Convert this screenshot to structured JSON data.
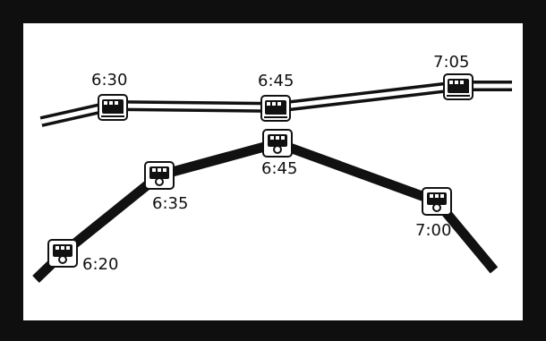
{
  "train_line": {
    "stops": [
      {
        "time": "6:30",
        "icon": "train-icon"
      },
      {
        "time": "6:45",
        "icon": "train-icon"
      },
      {
        "time": "7:05",
        "icon": "train-icon"
      }
    ]
  },
  "bus_line": {
    "stops": [
      {
        "time": "6:20",
        "icon": "bus-icon"
      },
      {
        "time": "6:35",
        "icon": "bus-icon"
      },
      {
        "time": "6:45",
        "icon": "bus-icon"
      },
      {
        "time": "7:00",
        "icon": "bus-icon"
      }
    ]
  },
  "colors": {
    "frame": "#0f0f0f",
    "line": "#111111",
    "background": "#ffffff"
  }
}
